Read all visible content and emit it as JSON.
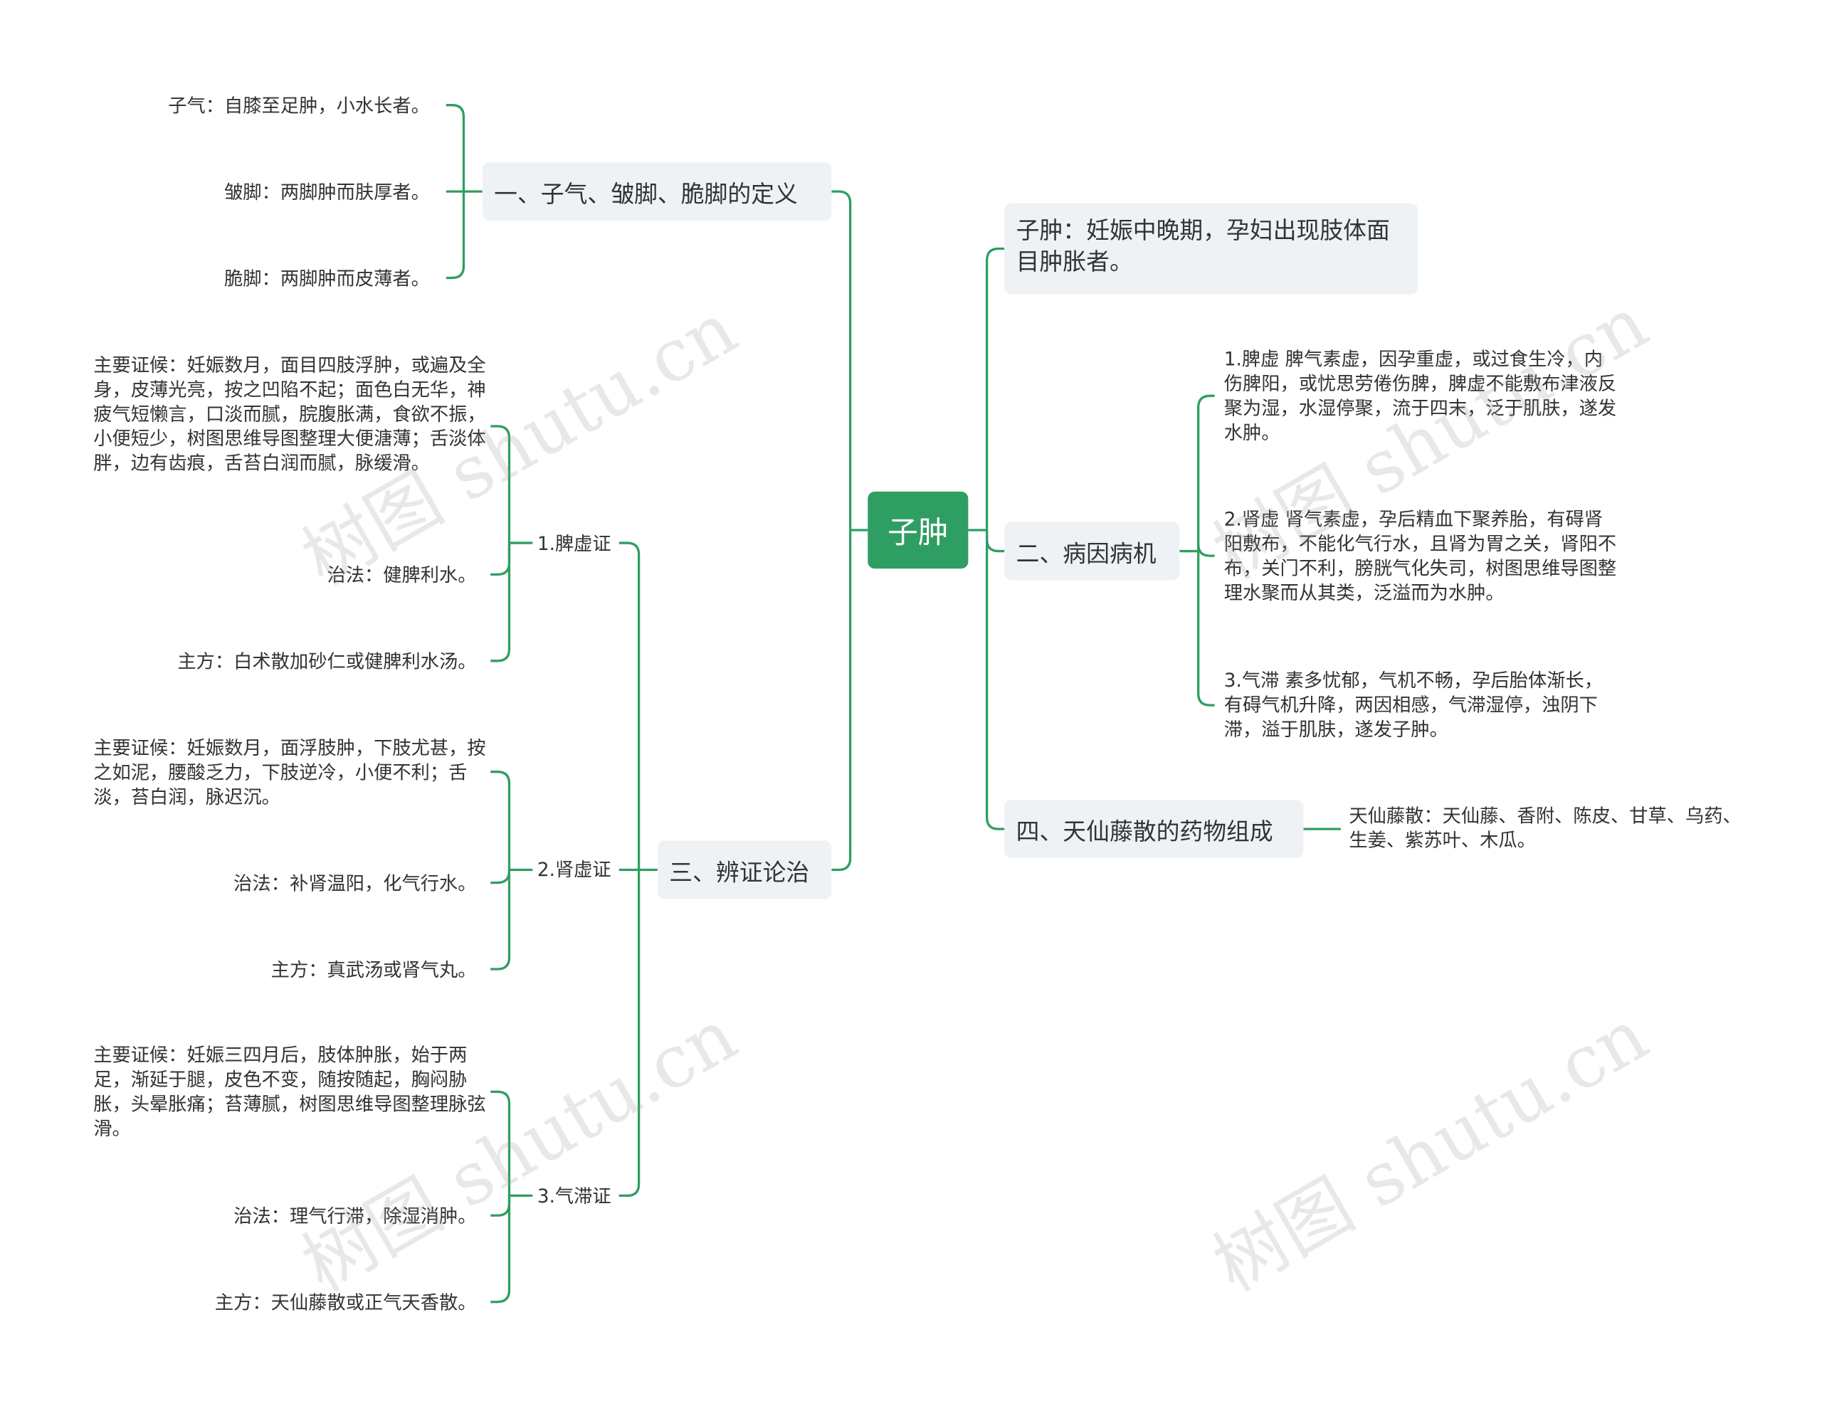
{
  "root": {
    "label": "子肿"
  },
  "left": [
    {
      "id": "definition",
      "label": "一、子气、皱脚、脆脚的定义",
      "leaves": [
        "子气：自膝至足肿，小水长者。",
        "皱脚：两脚肿而肤厚者。",
        "脆脚：两脚肿而皮薄者。"
      ]
    },
    {
      "id": "differentiation",
      "label": "三、辨证论治",
      "subs": [
        {
          "label": "1.脾虚证",
          "leaves": [
            "主要证候：妊娠数月，面目四肢浮肿，或遍及全身，皮薄光亮，按之凹陷不起；面色白无华，神疲气短懒言，口淡而腻，脘腹胀满，食欲不振，小便短少，树图思维导图整理大便溏薄；舌淡体胖，边有齿痕，舌苔白润而腻，脉缓滑。",
            "治法：健脾利水。",
            "主方：白术散加砂仁或健脾利水汤。"
          ]
        },
        {
          "label": "2.肾虚证",
          "leaves": [
            "主要证候：妊娠数月，面浮肢肿，下肢尤甚，按之如泥，腰酸乏力，下肢逆冷，小便不利；舌淡，苔白润，脉迟沉。",
            "治法：补肾温阳，化气行水。",
            "主方：真武汤或肾气丸。"
          ]
        },
        {
          "label": "3.气滞证",
          "leaves": [
            "主要证候：妊娠三四月后，肢体肿胀，始于两足，渐延于腿，皮色不变，随按随起，胸闷胁胀，头晕胀痛；苔薄腻，树图思维导图整理脉弦滑。",
            "治法：理气行滞，除湿消肿。",
            "主方：天仙藤散或正气天香散。"
          ]
        }
      ]
    }
  ],
  "right": [
    {
      "id": "definition-main",
      "label": "子肿：妊娠中晚期，孕妇出现肢体面目肿胀者。"
    },
    {
      "id": "etiology",
      "label": "二、病因病机",
      "leaves": [
        "1.脾虚 脾气素虚，因孕重虚，或过食生冷，内伤脾阳，或忧思劳倦伤脾，脾虚不能敷布津液反聚为湿，水湿停聚，流于四末，泛于肌肤，遂发水肿。",
        "2.肾虚 肾气素虚，孕后精血下聚养胎，有碍肾阳敷布，不能化气行水，且肾为胃之关，肾阳不布，关门不利，膀胱气化失司，树图思维导图整理水聚而从其类，泛溢而为水肿。",
        "3.气滞 素多忧郁，气机不畅，孕后胎体渐长，有碍气机升降，两因相感，气滞湿停，浊阴下滞，溢于肌肤，遂发子肿。"
      ]
    },
    {
      "id": "formula",
      "label": "四、天仙藤散的药物组成",
      "leaves": [
        "天仙藤散：天仙藤、香附、陈皮、甘草、乌药、生姜、紫苏叶、木瓜。"
      ]
    }
  ],
  "watermark": "树图 shutu.cn",
  "colors": {
    "line": "#2f9e62",
    "root_bg": "#2f9e62",
    "box_bg": "#eff2f5",
    "text": "#333333"
  }
}
